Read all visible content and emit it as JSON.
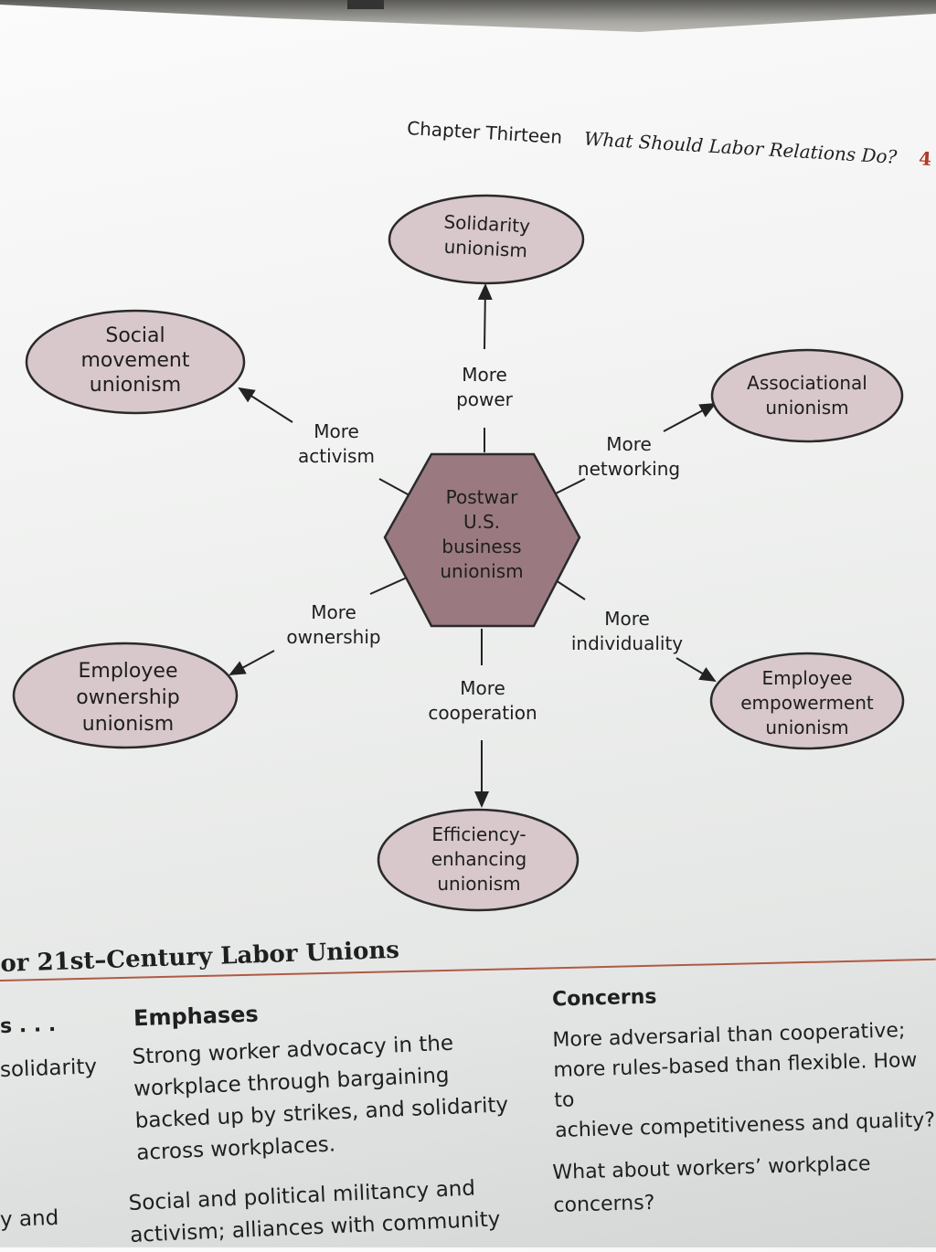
{
  "header": {
    "chapter": "Chapter Thirteen",
    "title": "What Should Labor Relations Do?",
    "page": "4"
  },
  "diagram": {
    "center": "Postwar\nU.S.\nbusiness\nunionism",
    "nodes": {
      "solidarity": "Solidarity\nunionism",
      "social": "Social\nmovement\nunionism",
      "associational": "Associational\nunionism",
      "ownership": "Employee\nownership\nunionism",
      "empowerment": "Employee\nempowerment\nunionism",
      "efficiency": "Efficiency-\nenhancing\nunionism"
    },
    "labels": {
      "power": "More\npower",
      "activism": "More\nactivism",
      "networking": "More\nnetworking",
      "ownership": "More\nownership",
      "individuality": "More\nindividuality",
      "cooperation": "More\ncooperation"
    },
    "colors": {
      "ellipse": "#d8c8cb",
      "center": "#9a7a80",
      "outline": "#2a2a2a"
    }
  },
  "table": {
    "title": "or 21st–Century Labor Unions",
    "col1_header": "s . . .",
    "col2_header": "Emphases",
    "col3_header": "Concerns",
    "rows": [
      {
        "c1": "solidarity",
        "c2": "Strong worker advocacy in the\nworkplace through bargaining\nbacked up by strikes, and solidarity\nacross workplaces.",
        "c3": "More adversarial than cooperative;\nmore rules-based than flexible. How to\nachieve competitiveness and quality?"
      },
      {
        "c1": "y and",
        "c2": "Social and political militancy and\nactivism; alliances with community",
        "c3": "What about workers’ workplace\nconcerns?"
      }
    ]
  }
}
